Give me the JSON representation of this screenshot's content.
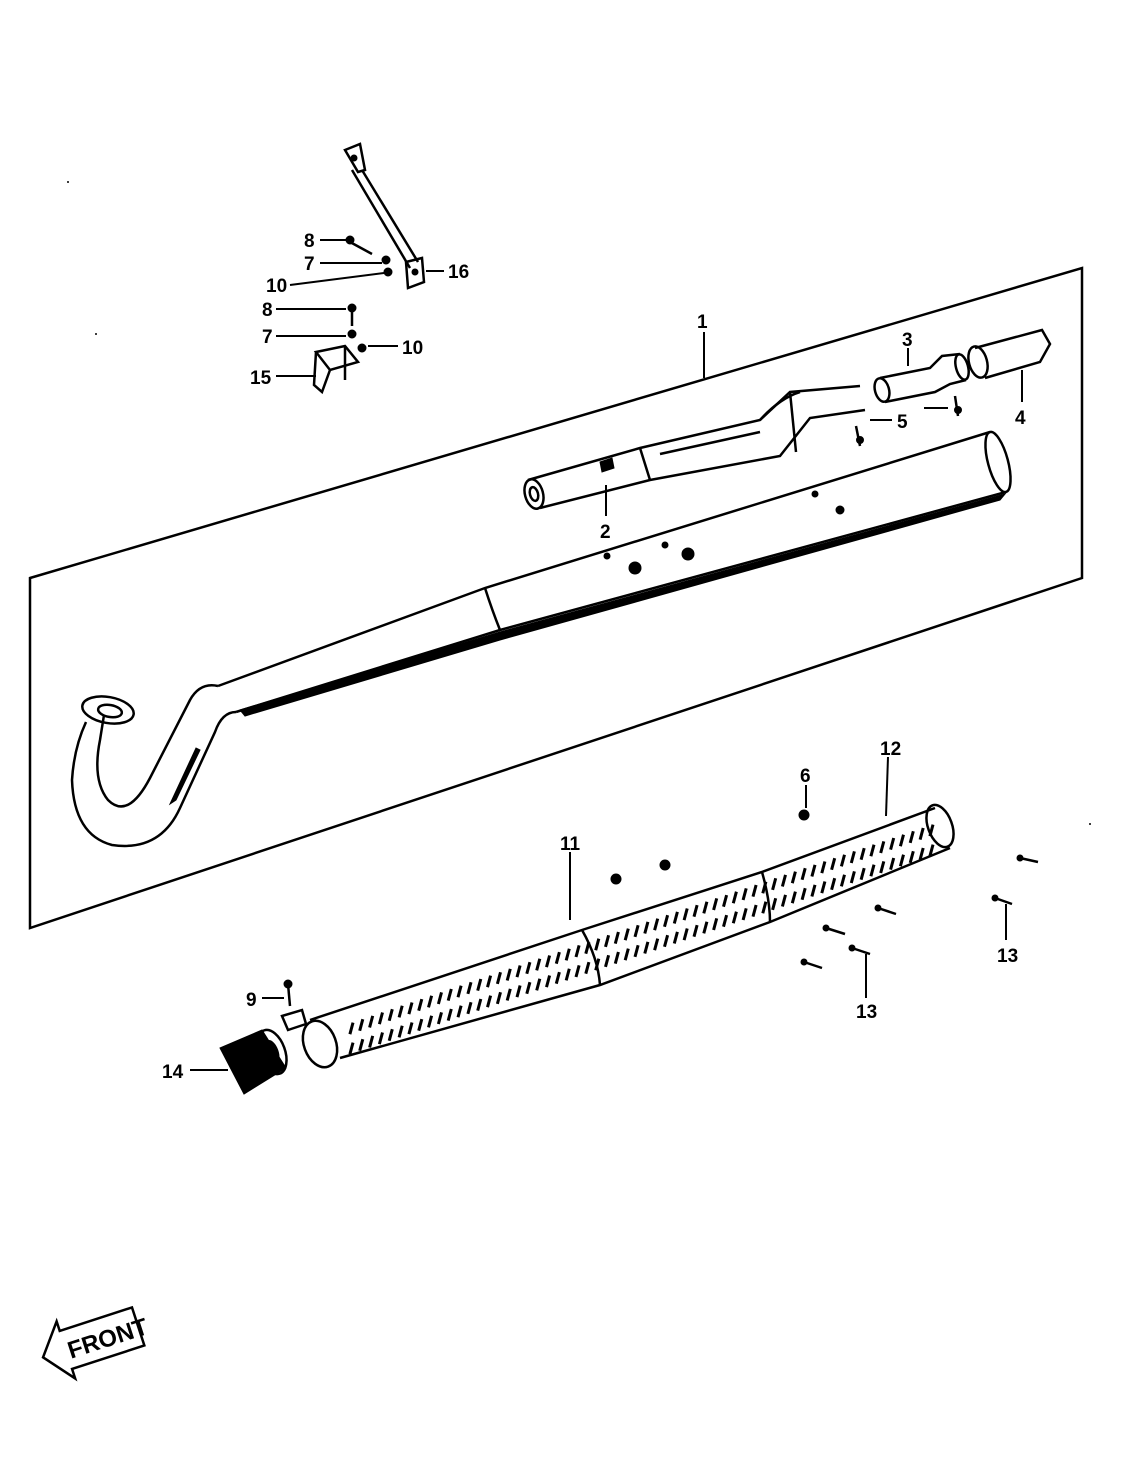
{
  "labels": {
    "l1": "1",
    "l2": "2",
    "l3": "3",
    "l4": "4",
    "l5": "5",
    "l6": "6",
    "l7a": "7",
    "l7b": "7",
    "l8a": "8",
    "l8b": "8",
    "l9": "9",
    "l10a": "10",
    "l10b": "10",
    "l11": "11",
    "l12": "12",
    "l13a": "13",
    "l13b": "13",
    "l14": "14",
    "l15": "15",
    "l16": "16"
  },
  "front_arrow": {
    "text": "FRONT"
  }
}
